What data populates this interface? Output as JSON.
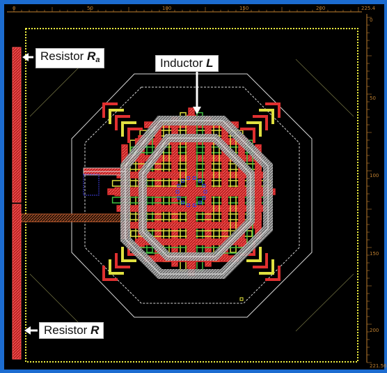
{
  "window": {
    "background": "#000000",
    "frame_color": "#1c6cd0"
  },
  "rulers": {
    "top_ticks": [
      "0",
      "50",
      "100",
      "150",
      "200",
      "225.4"
    ],
    "right_ticks": [
      "0",
      "50",
      "100",
      "150",
      "200",
      "221.56"
    ],
    "color": "#c08030"
  },
  "annotations": {
    "resistor_ra": {
      "prefix": "Resistor ",
      "symbol": "R",
      "subscript": "a"
    },
    "inductor": {
      "prefix": "Inductor ",
      "symbol": "L"
    },
    "resistor_r": {
      "prefix": "Resistor ",
      "symbol": "R"
    }
  },
  "layers": {
    "metal_red": "#e03030",
    "metal_yellow": "#e0e040",
    "metal_green": "#40c040",
    "inductor_gray": "#c8c8c8",
    "boundary_yellow": "#f0f040",
    "via_blue": "#4040e0"
  }
}
